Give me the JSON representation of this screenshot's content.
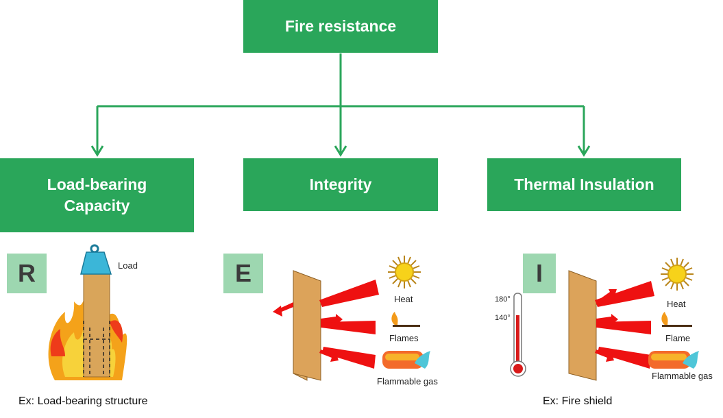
{
  "root": {
    "label": "Fire resistance"
  },
  "criteria": [
    {
      "title": "Load-bearing Capacity",
      "line1": "Load-bearing",
      "line2": "Capacity",
      "letter": "R"
    },
    {
      "title": "Integrity",
      "letter": "E"
    },
    {
      "title": "Thermal Insulation",
      "letter": "I"
    }
  ],
  "panel_r": {
    "load_label": "Load",
    "caption": "Ex: Load-bearing structure"
  },
  "panel_e": {
    "heat_label": "Heat",
    "flames_label": "Flames",
    "gas_label": "Flammable gas"
  },
  "panel_i": {
    "temp_high": "180°",
    "temp_low": "140°",
    "heat_label": "Heat",
    "flame_label": "Flame",
    "gas_label": "Flammable gas",
    "caption": "Ex: Fire shield"
  },
  "colors": {
    "box_green": "#2aa65a",
    "letter_bg": "#9dd7b0",
    "arrow_red": "#ee1111",
    "wood": "#d9a55a"
  }
}
